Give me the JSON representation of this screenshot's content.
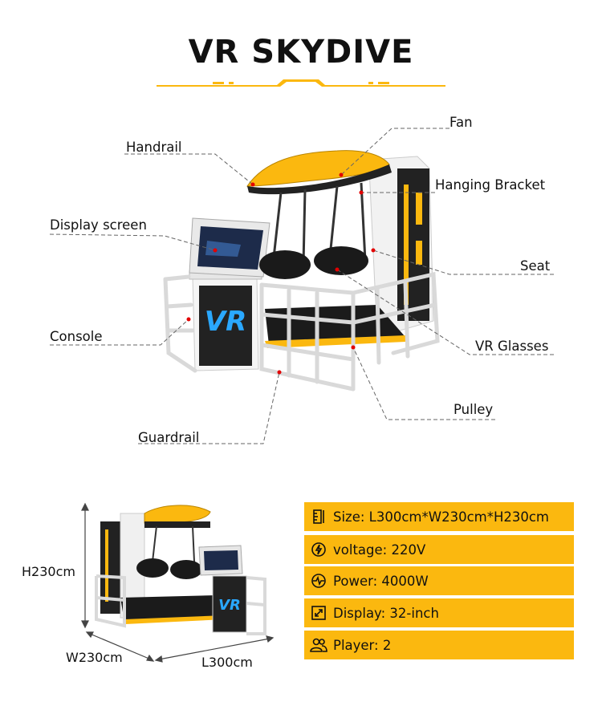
{
  "title": "VR SKYDIVE",
  "colors": {
    "accent": "#fbb80f",
    "dark": "#1a1a1a"
  },
  "labels": {
    "fan": "Fan",
    "handrail": "Handrail",
    "hanging_bracket": "Hanging Bracket",
    "display_screen": "Display screen",
    "seat": "Seat",
    "console": "Console",
    "vr_glasses": "VR Glasses",
    "pulley": "Pulley",
    "guardrail": "Guardrail"
  },
  "machine_logo": "VR",
  "dimensions": {
    "height": "H230cm",
    "width": "W230cm",
    "length": "L300cm"
  },
  "specs": [
    {
      "icon": "ruler-icon",
      "text": "Size: L300cm*W230cm*H230cm"
    },
    {
      "icon": "bolt-icon",
      "text": "voltage: 220V"
    },
    {
      "icon": "pulse-icon",
      "text": "Power: 4000W"
    },
    {
      "icon": "expand-icon",
      "text": "Display: 32-inch"
    },
    {
      "icon": "users-icon",
      "text": "Player: 2"
    }
  ]
}
